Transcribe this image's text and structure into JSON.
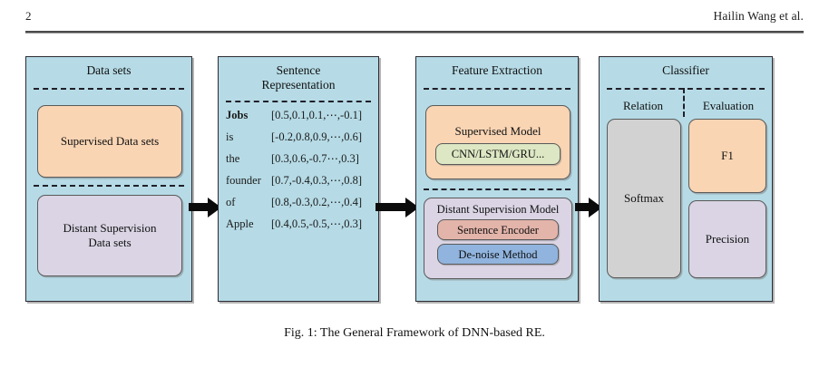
{
  "page": {
    "number": "2",
    "running_head": "Hailin Wang et al."
  },
  "figure": {
    "caption": "Fig. 1: The General Framework of DNN-based RE.",
    "panels": {
      "datasets": {
        "title": "Data sets",
        "supervised": "Supervised Data sets",
        "distant_line1": "Distant Supervision",
        "distant_line2": "Data sets"
      },
      "sentence": {
        "title_line1": "Sentence",
        "title_line2": "Representation",
        "tokens": [
          {
            "word": "Jobs",
            "vector": "[0.5,0.1,0.1,⋯,-0.1]"
          },
          {
            "word": "is",
            "vector": "[-0.2,0.8,0.9,⋯,0.6]"
          },
          {
            "word": "the",
            "vector": "[0.3,0.6,-0.7⋯,0.3]"
          },
          {
            "word": "founder",
            "vector": "[0.7,-0.4,0.3,⋯,0.8]"
          },
          {
            "word": "of",
            "vector": "[0.8,-0.3,0.2,⋯,0.4]"
          },
          {
            "word": "Apple",
            "vector": "[0.4,0.5,-0.5,⋯,0.3]"
          }
        ]
      },
      "feature": {
        "title": "Feature Extraction",
        "supervised_model": "Supervised Model",
        "cnn_lstm_gru": "CNN/LSTM/GRU...",
        "distant_model": "Distant Supervision Model",
        "sentence_encoder": "Sentence Encoder",
        "denoise_method": "De-noise Method"
      },
      "classifier": {
        "title": "Classifier",
        "column_relation": "Relation",
        "column_evaluation": "Evaluation",
        "softmax": "Softmax",
        "f1": "F1",
        "precision": "Precision"
      }
    },
    "colors": {
      "panel_background": "#b6dbe6",
      "peach": "#f9d5b4",
      "lavender": "#dad4e4",
      "green": "#dde7c3",
      "salmon": "#e3b4aa",
      "blue": "#90b4de",
      "gray": "#d2d2d2",
      "arrow": "#0b0b0b"
    }
  }
}
